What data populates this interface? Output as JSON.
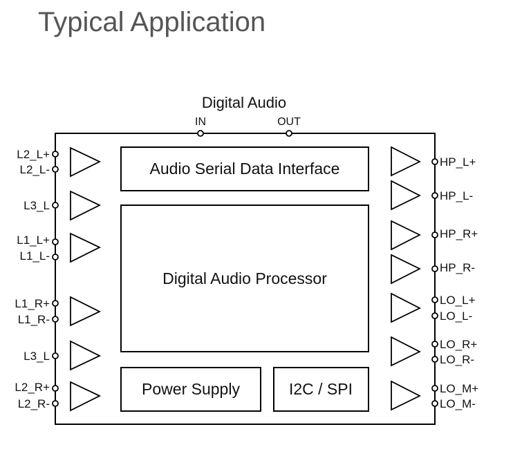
{
  "title": "Typical Application",
  "digital_audio": {
    "label": "Digital Audio",
    "in_label": "IN",
    "out_label": "OUT"
  },
  "blocks": {
    "asdi": "Audio Serial Data Interface",
    "dap": "Digital Audio Processor",
    "power": "Power Supply",
    "i2c": "I2C / SPI"
  },
  "left_pins": [
    "L2_L+",
    "L2_L-",
    "L3_L",
    "L1_L+",
    "L1_L-",
    "L1_R+",
    "L1_R-",
    "L3_L",
    "L2_R+",
    "L2_R-"
  ],
  "right_pins": [
    "HP_L+",
    "HP_L-",
    "HP_R+",
    "HP_R-",
    "LO_L+",
    "LO_L-",
    "LO_R+",
    "LO_R-",
    "LO_M+",
    "LO_M-"
  ]
}
